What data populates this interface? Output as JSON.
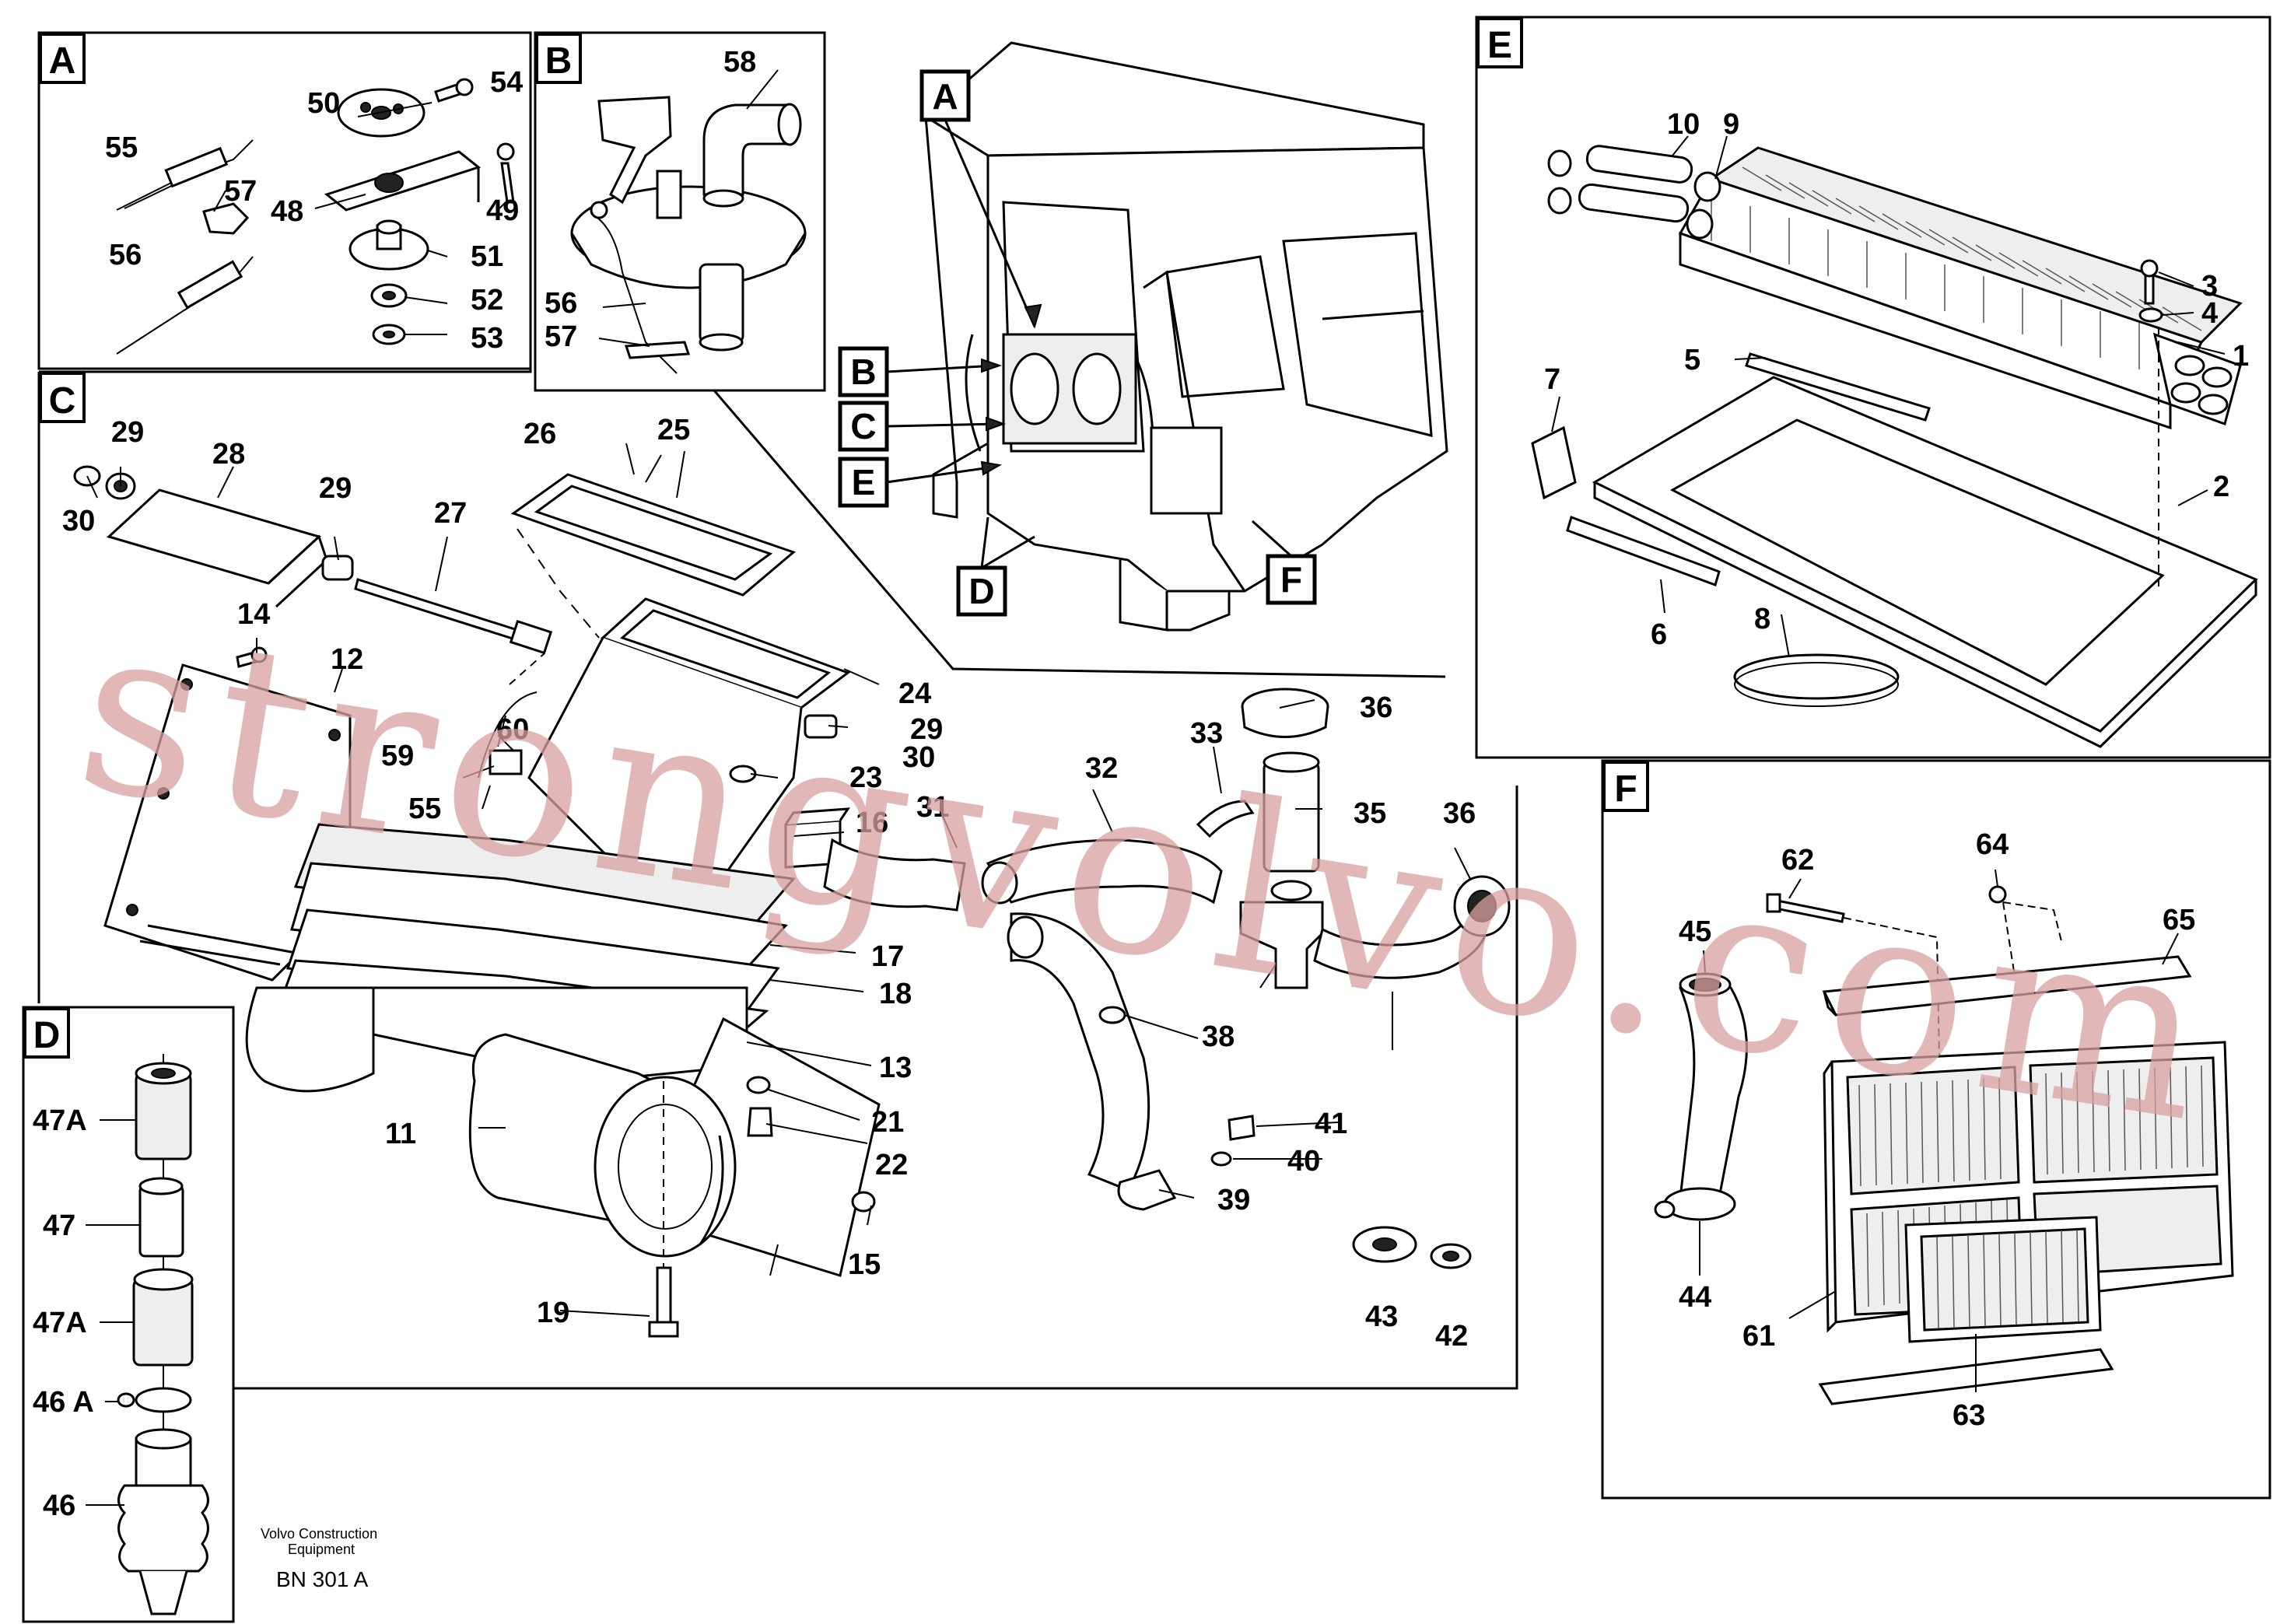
{
  "sections": {
    "A": "A",
    "B": "B",
    "C": "C",
    "D": "D",
    "E": "E",
    "F": "F"
  },
  "cab_markers": [
    "A",
    "B",
    "C",
    "E",
    "D",
    "F"
  ],
  "parts": {
    "p1": "1",
    "p2": "2",
    "p3": "3",
    "p4": "4",
    "p5": "5",
    "p6": "6",
    "p7": "7",
    "p8": "8",
    "p9": "9",
    "p10": "10",
    "p11": "11",
    "p12": "12",
    "p13": "13",
    "p14": "14",
    "p15": "15",
    "p16": "16",
    "p17": "17",
    "p18": "18",
    "p19": "19",
    "p21": "21",
    "p22": "22",
    "p23": "23",
    "p24": "24",
    "p25": "25",
    "p26": "26",
    "p27": "27",
    "p28": "28",
    "p29a": "29",
    "p29b": "29",
    "p29c": "29",
    "p30a": "30",
    "p30b": "30",
    "p31": "31",
    "p32": "32",
    "p33": "33",
    "p35": "35",
    "p36a": "36",
    "p36b": "36",
    "p38": "38",
    "p39": "39",
    "p40": "40",
    "p41": "41",
    "p42": "42",
    "p43": "43",
    "p44": "44",
    "p45": "45",
    "p46": "46",
    "p46a": "46 A",
    "p47": "47",
    "p47a1": "47A",
    "p47a2": "47A",
    "p48": "48",
    "p49": "49",
    "p50": "50",
    "p51": "51",
    "p52": "52",
    "p53": "53",
    "p54": "54",
    "p55a": "55",
    "p55b": "55",
    "p56a": "56",
    "p56b": "56",
    "p57a": "57",
    "p57b": "57",
    "p58": "58",
    "p59": "59",
    "p60": "60",
    "p61": "61",
    "p62": "62",
    "p63": "63",
    "p64": "64",
    "p65": "65"
  },
  "footer": {
    "company_line1": "Volvo Construction",
    "company_line2": "Equipment",
    "code": "BN 301 A"
  },
  "watermark": "strongvolvo.com"
}
